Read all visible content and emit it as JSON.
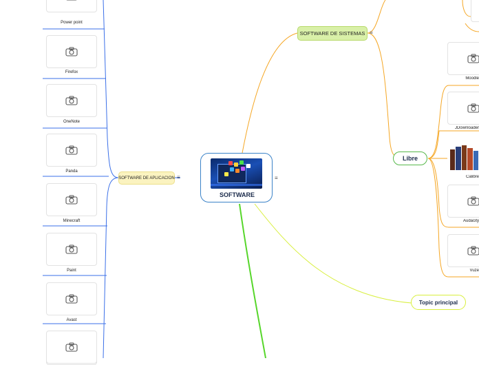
{
  "root": {
    "title": "SOFTWARE"
  },
  "nodes": {
    "sistemas": "SOFTWARE DE SISTEMAS",
    "aplicacion": "SOFTWARE DE APLICACION",
    "libre": "Libre",
    "topic": "Topic principal"
  },
  "left_items": [
    "Power point",
    "Firefox",
    "OneNote",
    "Panda",
    "Minecraft",
    "Paint",
    "Avast"
  ],
  "right_items": [
    "Moodle",
    "JDownloader",
    "Calibre",
    "Audacity",
    "Vuze"
  ],
  "colors": {
    "aplicacion_branch": "#3a6fe8",
    "sistemas_branch": "#f5a623",
    "topic_branch": "#d8ef3c",
    "green_branch": "#56d62a",
    "root_border": "#3a82c8"
  },
  "icons": {
    "menu": "≡"
  }
}
